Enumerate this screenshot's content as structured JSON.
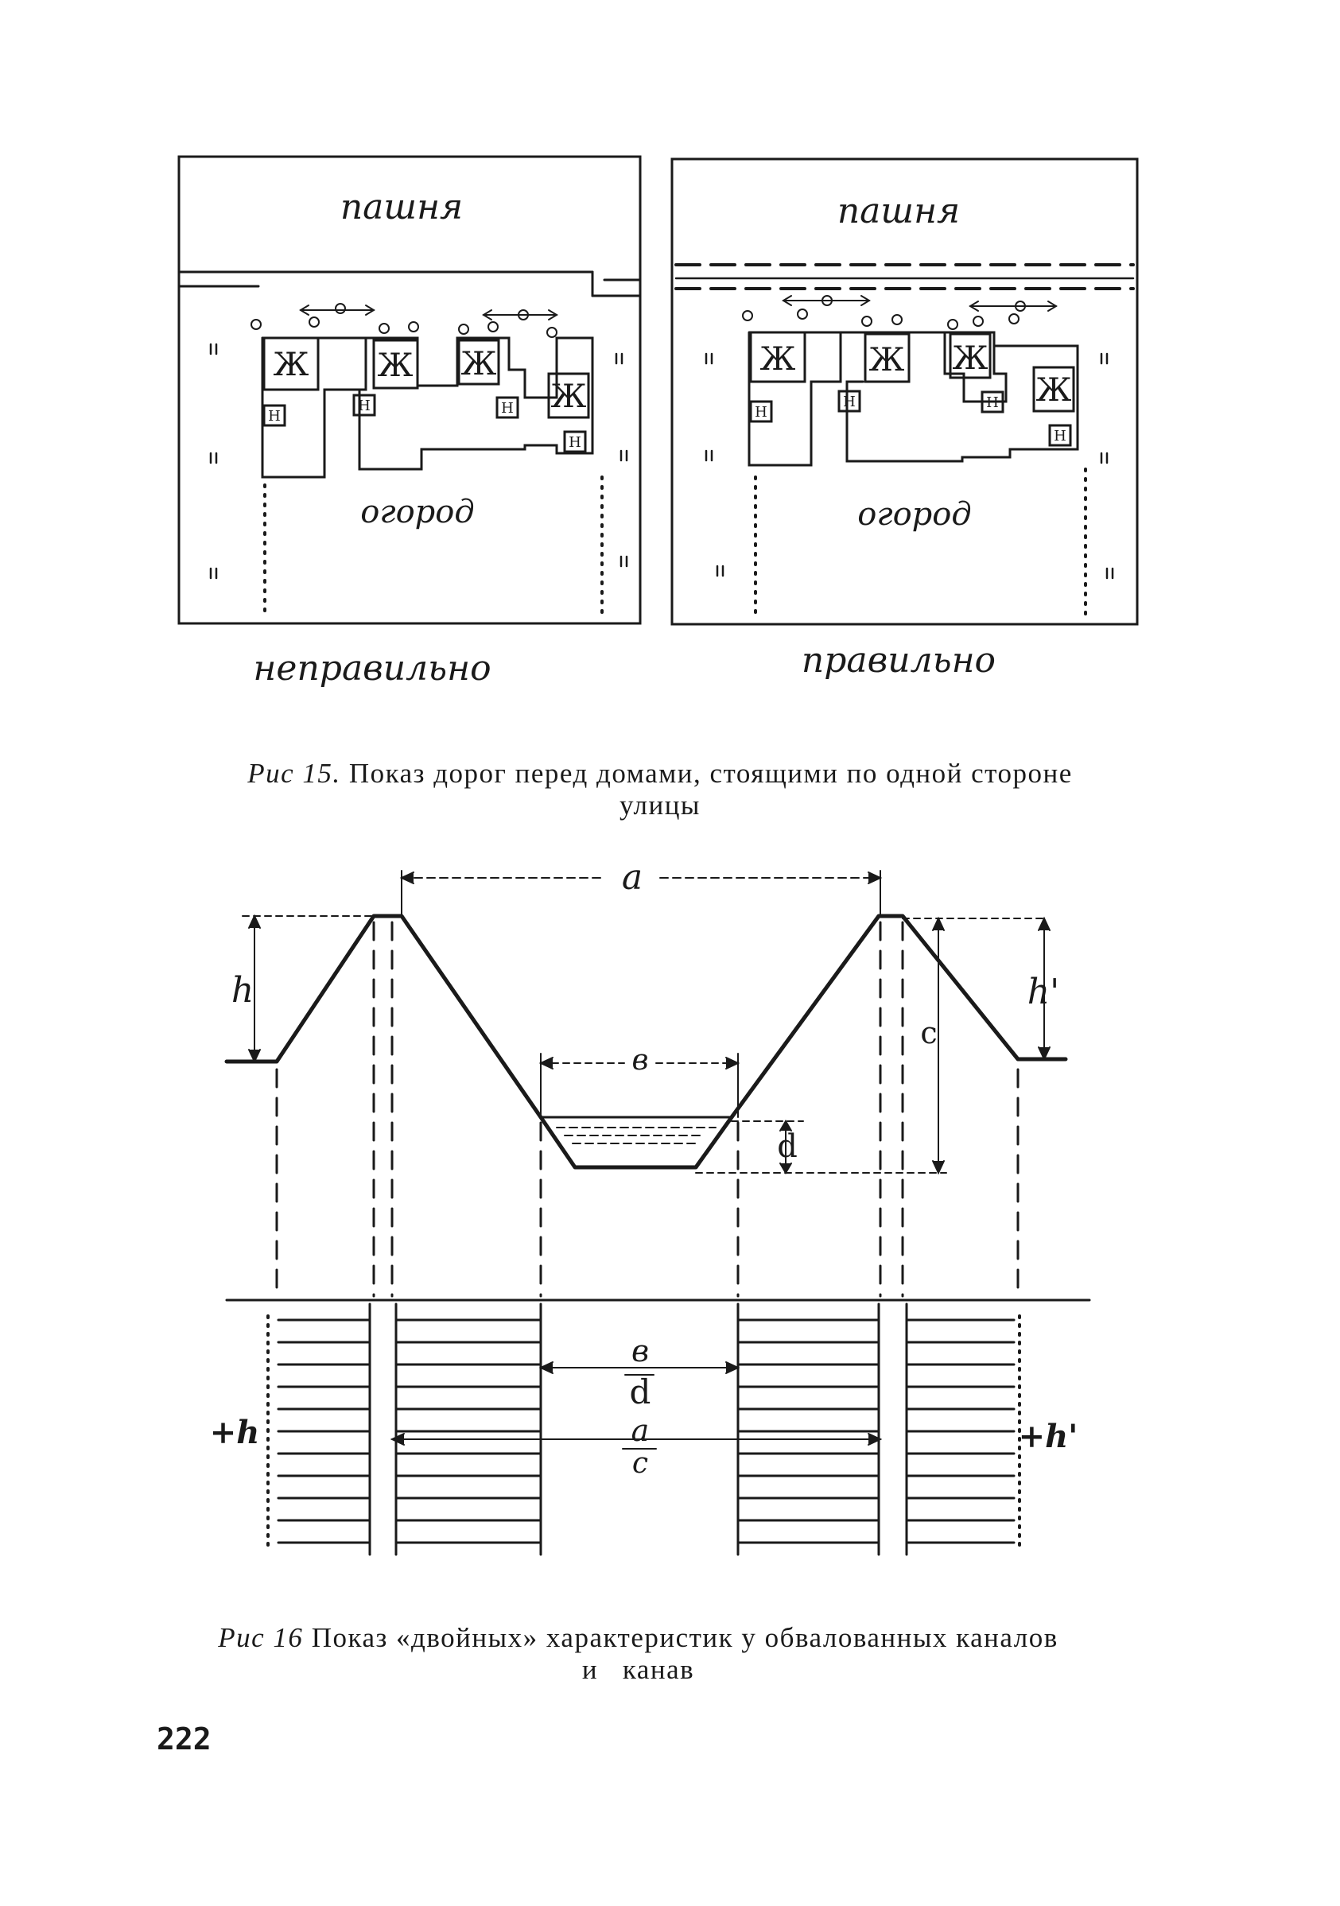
{
  "figure15": {
    "left_panel": {
      "field_label": "пашня",
      "garden_label": "огород",
      "verdict": "неправильно",
      "building_letters": [
        "Ж",
        "Ж",
        "Ж",
        "Ж",
        "Н",
        "Н",
        "Н",
        "Н"
      ]
    },
    "right_panel": {
      "field_label": "пашня",
      "garden_label": "огород",
      "verdict": "правильно",
      "building_letters": [
        "Ж",
        "Ж",
        "Ж",
        "Ж",
        "Н",
        "Н",
        "Н",
        "Н"
      ]
    },
    "caption_label": "Рис 15.",
    "caption_text": "Показ дорог перед домами, стоящими по одной стороне",
    "caption_text_line2": "улицы"
  },
  "figure16": {
    "dim_labels": {
      "a": "а",
      "h": "h",
      "h_prime": "h'",
      "c": "с",
      "b": "в",
      "d": "d"
    },
    "plan_labels": {
      "b": "в",
      "d": "d",
      "a": "а",
      "c": "с",
      "plus_h": "+h",
      "plus_h_prime": "+h'"
    },
    "caption_label": "Рис 16",
    "caption_text": "Показ «двойных» характеристик у обвалованных каналов",
    "caption_text_line2": "и   канав"
  },
  "page_number": "222"
}
